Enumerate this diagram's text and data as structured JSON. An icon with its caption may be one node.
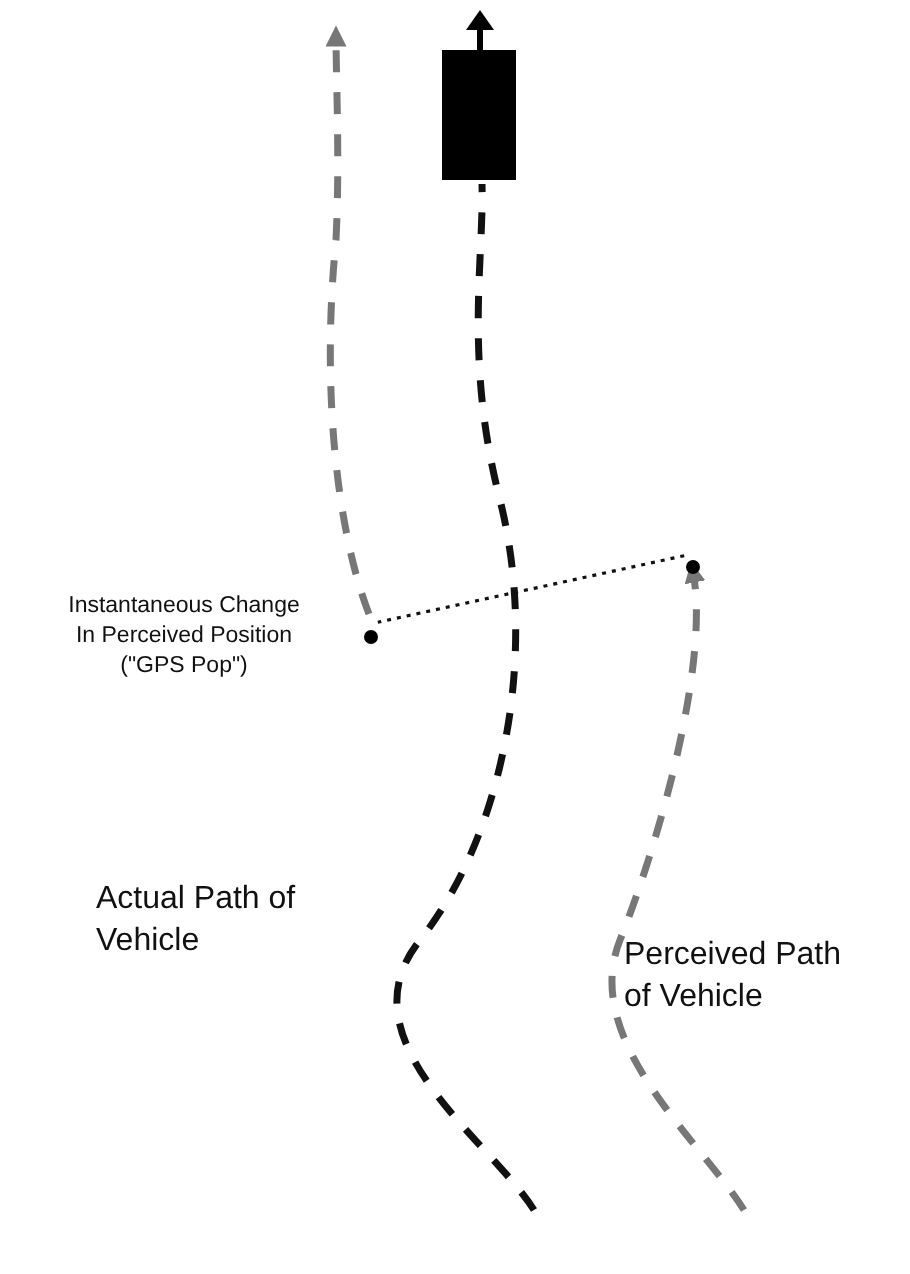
{
  "diagram": {
    "nodes": [
      {
        "text": [],
        "shape": "circle"
      },
      {
        "text": [],
        "shape": "circle"
      }
    ],
    "edges": [
      {
        "from": 1,
        "to": 0,
        "arrow": "none",
        "style": "dashed",
        "color": "#111111"
      },
      {
        "from": null,
        "to": 1,
        "arrow": "to"
      },
      {
        "from": 0,
        "to": null,
        "arrow": "to"
      }
    ],
    "labels": [
      "Instantaneous Change In Perceived Position (\"GPS Pop\")",
      "Actual Path of Vehicle",
      "Perceived Path of Vehicle"
    ]
  }
}
